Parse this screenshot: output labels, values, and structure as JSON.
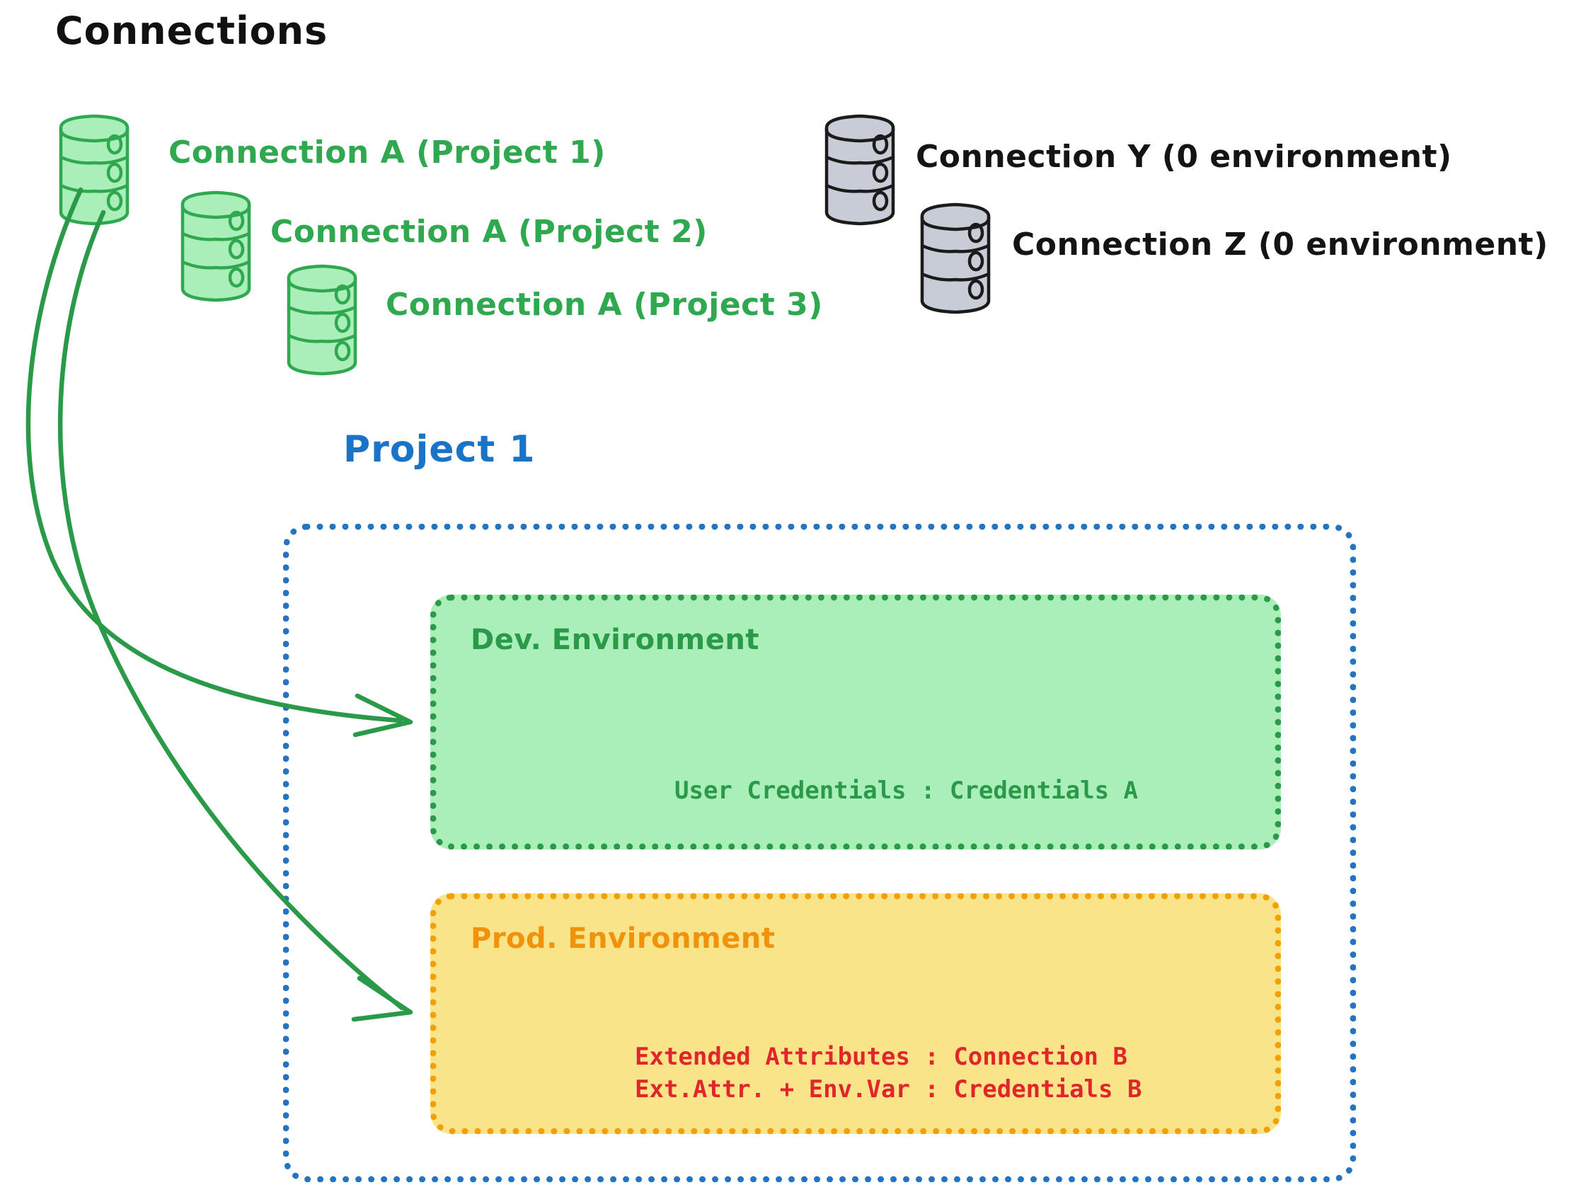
{
  "headings": {
    "connections": "Connections",
    "project": "Project 1"
  },
  "connections": {
    "green": [
      {
        "label": "Connection A (Project 1)",
        "icon": "database-icon",
        "color": "#2fa84f"
      },
      {
        "label": "Connection A (Project 2)",
        "icon": "database-icon",
        "color": "#2fa84f"
      },
      {
        "label": "Connection A (Project 3)",
        "icon": "database-icon",
        "color": "#2fa84f"
      }
    ],
    "gray": [
      {
        "label": "Connection Y (0 environment)",
        "icon": "database-icon",
        "color": "#141414"
      },
      {
        "label": "Connection Z (0 environment)",
        "icon": "database-icon",
        "color": "#141414"
      }
    ]
  },
  "project": {
    "title": "Project 1",
    "border_color": "#2574c4",
    "environments": [
      {
        "name": "Dev. Environment",
        "fill": "#aaeeba",
        "border": "#2a9a48",
        "text_color": "#2a9a48",
        "lines": [
          "User Credentials : Credentials A"
        ]
      },
      {
        "name": "Prod. Environment",
        "fill": "#fae48a",
        "border": "#f2a007",
        "text_color": "#f0920b",
        "lines": [
          "Extended Attributes : Connection B",
          "Ext.Attr. + Env.Var : Credentials B"
        ]
      }
    ]
  },
  "arrows": {
    "color": "#2a9a48",
    "count": 2,
    "from": "Connection A (Project 1)",
    "to": [
      "Dev. Environment",
      "Prod. Environment"
    ]
  },
  "colors": {
    "green_accent": "#2fa84f",
    "green_fill": "#aaeeba",
    "green_dark": "#2a9a48",
    "blue": "#2574c4",
    "orange": "#f2a007",
    "yellow_fill": "#fae48a",
    "red": "#e0252b",
    "gray_fill": "#c8ccd6",
    "black": "#141414"
  }
}
